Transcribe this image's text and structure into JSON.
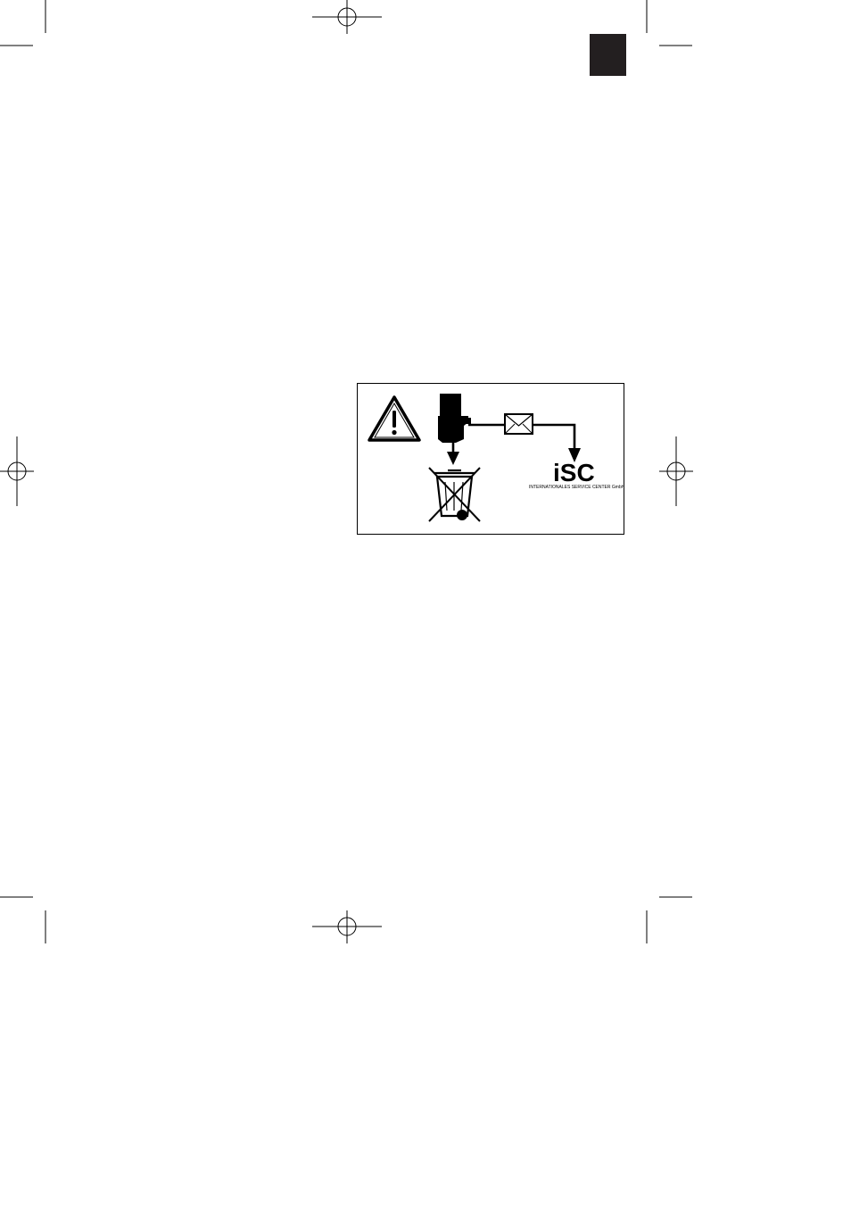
{
  "page": {
    "language_tab_color": "#231f20"
  },
  "notice": {
    "warning_icon": "warning-triangle-icon",
    "device_icon": "power-tool-icon",
    "envelope_icon": "envelope-icon",
    "bin_icon": "crossed-out-wheelie-bin-icon",
    "logo": {
      "letters_i": "i",
      "letters_sc": "SC",
      "caption": "INTERNATIONALES SERVICE CENTER GmbH"
    }
  }
}
